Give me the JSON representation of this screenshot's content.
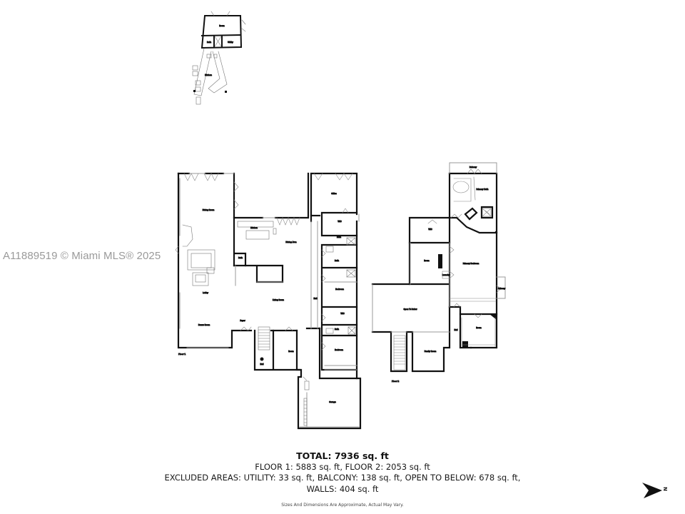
{
  "watermark": "A11889519 © Miami MLS® 2025",
  "summary": {
    "total": "TOTAL: 7936 sq. ft",
    "floors": "FLOOR 1: 5883 sq. ft, FLOOR 2: 2053 sq. ft",
    "excluded": "EXCLUDED AREAS: UTILITY: 33 sq. ft, BALCONY: 138 sq. ft, OPEN TO BELOW: 678 sq. ft,",
    "walls": "WALLS: 404 sq. ft",
    "disclaimer": "Sizes And Dimensions Are Approximate, Actual May Vary."
  },
  "compass": {
    "label": "N",
    "icon": "north-arrow-icon"
  },
  "floor_labels": {
    "floor1": "Floor 1",
    "floor2": "Floor 2"
  },
  "annex": {
    "rooms": [
      {
        "name": "Room"
      },
      {
        "name": "Bath"
      },
      {
        "name": "Utility"
      },
      {
        "name": "Kitchen"
      }
    ]
  },
  "floor1": {
    "rooms": [
      {
        "name": "Dining Room"
      },
      {
        "name": "Kitchen"
      },
      {
        "name": "Dining Area"
      },
      {
        "name": "Bath"
      },
      {
        "name": "Lobby"
      },
      {
        "name": "Living Room"
      },
      {
        "name": "Foyer"
      },
      {
        "name": "Bonus Room"
      },
      {
        "name": "Room"
      },
      {
        "name": "Hall"
      },
      {
        "name": "Office"
      },
      {
        "name": "WIC"
      },
      {
        "name": "Bath"
      },
      {
        "name": "Bath"
      },
      {
        "name": "Bedroom"
      },
      {
        "name": "WIC"
      },
      {
        "name": "Bath"
      },
      {
        "name": "Bedroom"
      },
      {
        "name": "Hall"
      },
      {
        "name": "Garage"
      }
    ]
  },
  "floor2": {
    "rooms": [
      {
        "name": "Balcony"
      },
      {
        "name": "Primary Bath"
      },
      {
        "name": "WIC"
      },
      {
        "name": "Room"
      },
      {
        "name": "Primary Bedroom"
      },
      {
        "name": "Laundry"
      },
      {
        "name": "Open To Below"
      },
      {
        "name": "Hall"
      },
      {
        "name": "Room"
      },
      {
        "name": "Family Room"
      },
      {
        "name": "Balcony"
      }
    ]
  }
}
